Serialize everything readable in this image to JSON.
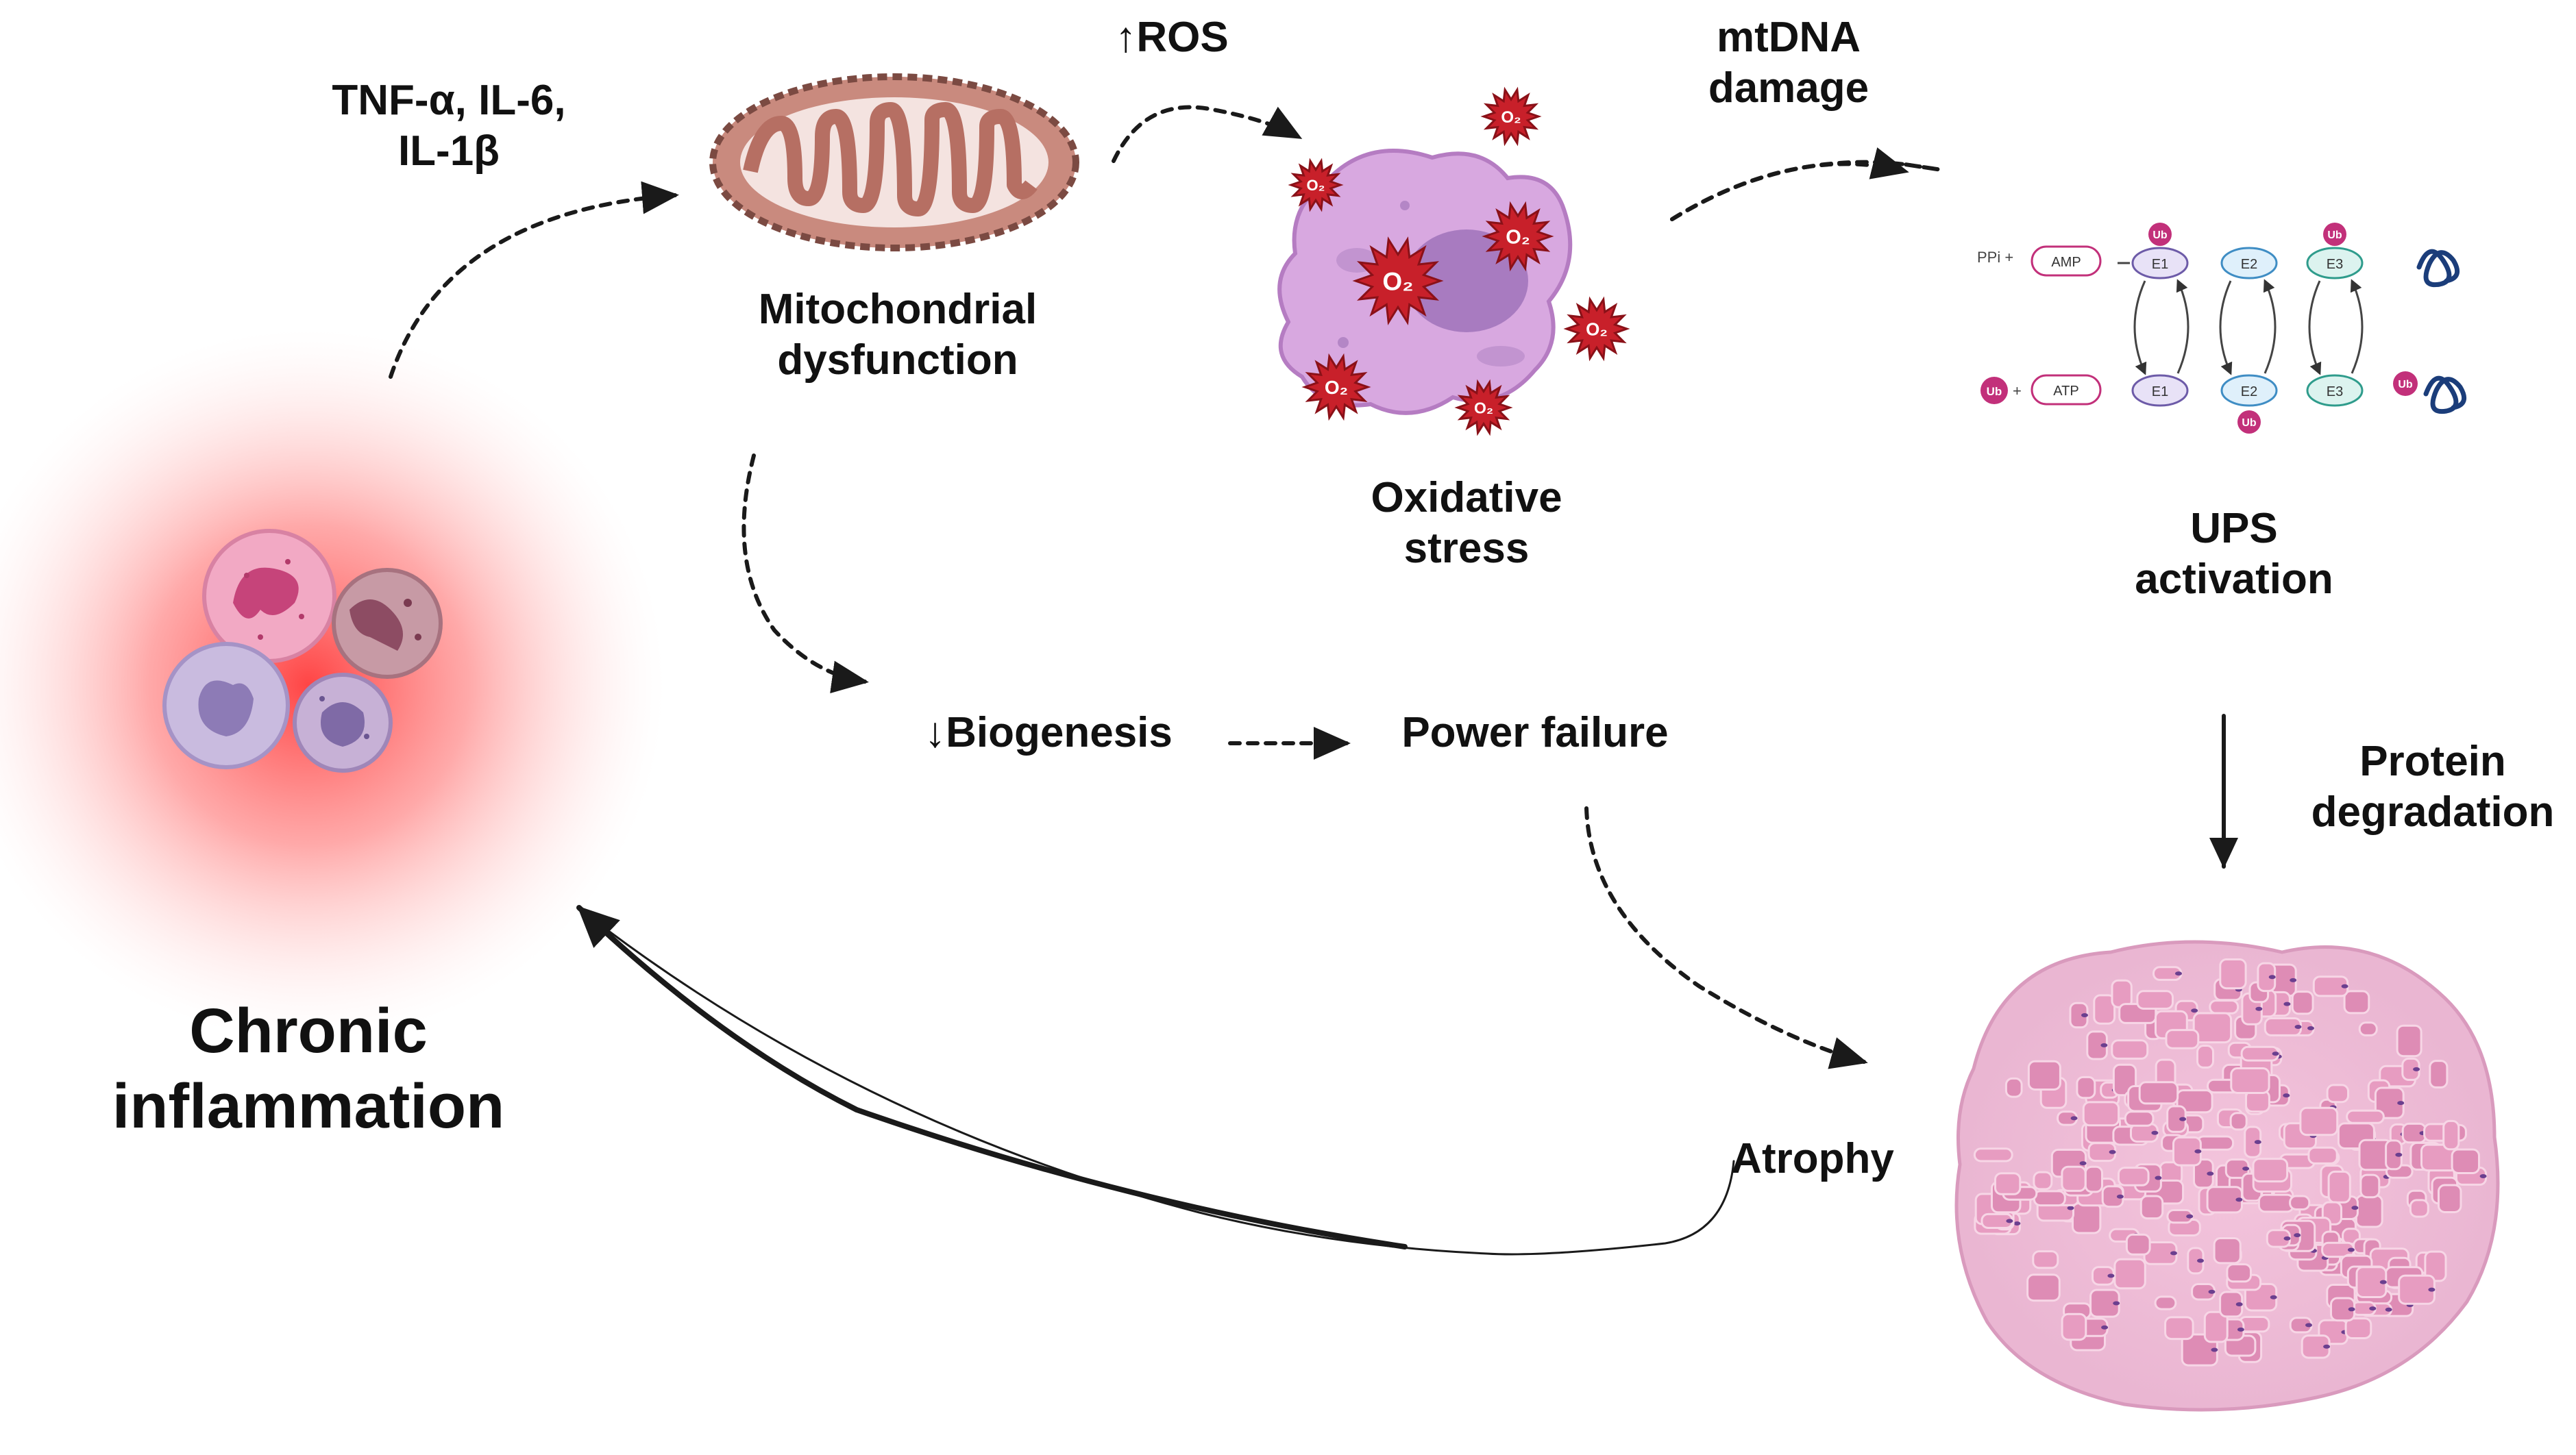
{
  "cytokines": [
    "TNF-α, IL-6,",
    "IL-1β"
  ],
  "mito": [
    "Mitochondrial",
    "dysfunction"
  ],
  "ros": "↑ROS",
  "mtdna": [
    "mtDNA",
    "damage"
  ],
  "oxidative": [
    "Oxidative",
    "stress"
  ],
  "ups": [
    "UPS",
    "activation"
  ],
  "biogenesis": "↓Biogenesis",
  "power_failure": "Power failure",
  "protein_deg": [
    "Protein",
    "degradation"
  ],
  "chronic": [
    "Chronic",
    "inflammation"
  ],
  "atrophy": "Atrophy",
  "o2": "O₂",
  "ups_cycle": {
    "ppi": "PPi +",
    "amp": "AMP",
    "atp": "ATP",
    "ub": "Ub",
    "e1": "E1",
    "e2": "E2",
    "e3": "E3"
  },
  "colors": {
    "inflammation_glow": "#ff4d4d",
    "mito_fill": "#c98a7e",
    "cell_fill": "#d8a8e0",
    "ros_star": "#c8202a",
    "muscle": "#e6a0c0",
    "ub": "#c2307a"
  }
}
